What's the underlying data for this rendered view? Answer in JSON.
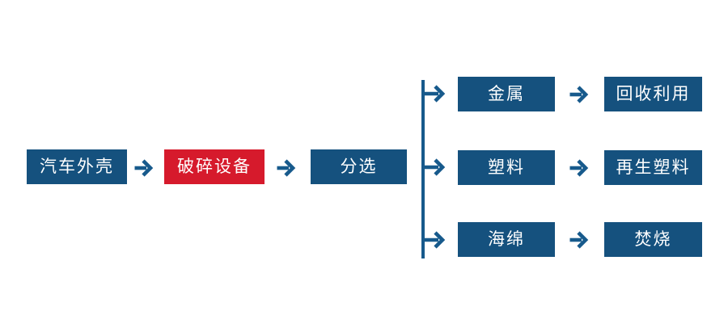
{
  "flowchart": {
    "main_row": {
      "source": {
        "label": "汽车外壳"
      },
      "process": {
        "label": "破碎设备"
      },
      "sorter": {
        "label": "分选"
      }
    },
    "branches": [
      {
        "material": "金属",
        "outcome": "回收利用"
      },
      {
        "material": "塑料",
        "outcome": "再生塑料"
      },
      {
        "material": "海绵",
        "outcome": "焚烧"
      }
    ],
    "colors": {
      "node_blue": "#15517E",
      "node_red": "#D61A2C",
      "connector_blue": "#175A8C",
      "label_white": "#FFFFFF",
      "background": "#FFFFFF"
    }
  }
}
